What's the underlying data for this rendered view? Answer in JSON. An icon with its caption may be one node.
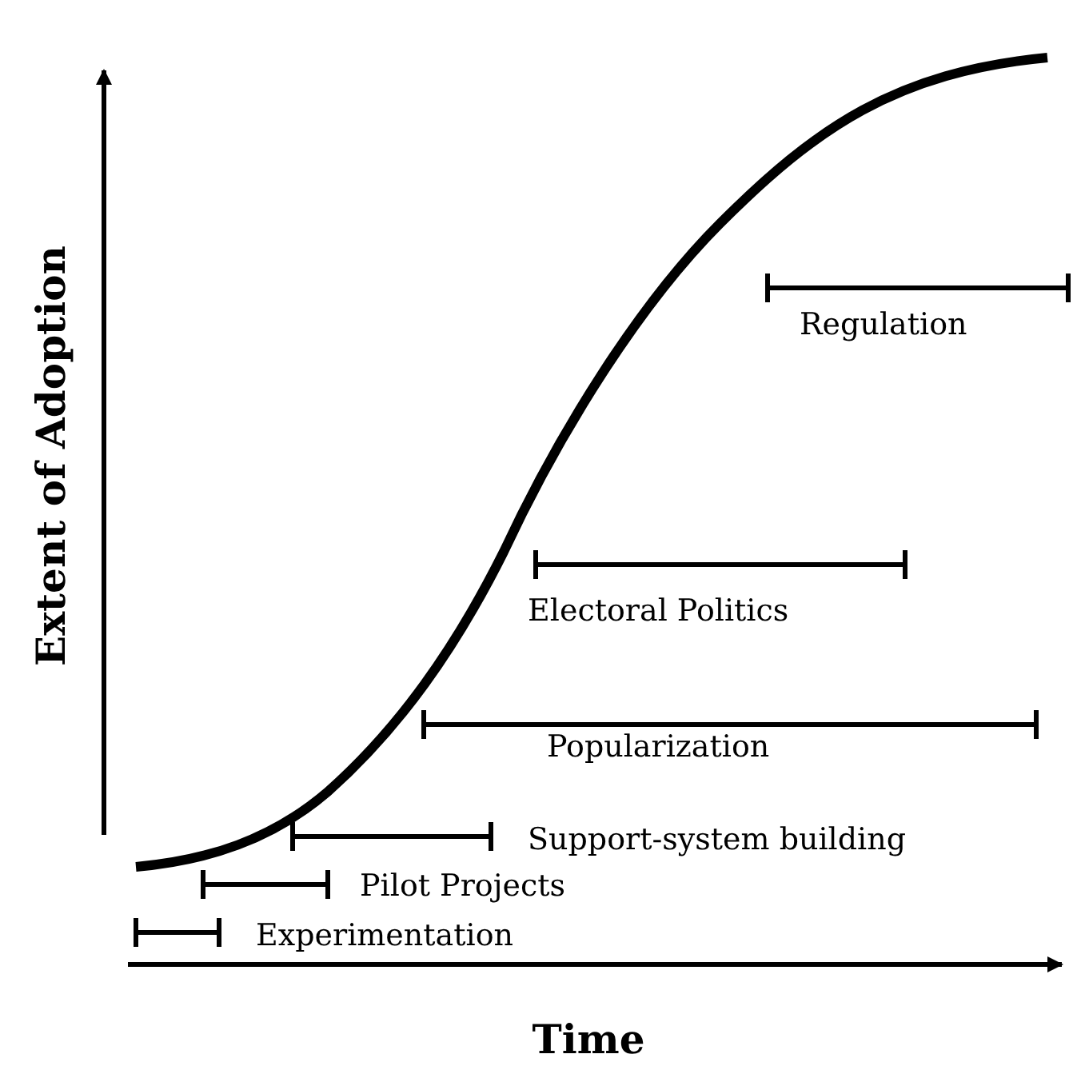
{
  "diagram": {
    "labels": [
      "Regulation",
      "Electoral Politics",
      "Popularization",
      "Support-system building",
      "Pilot Projects",
      "Experimentation",
      "Extent of Adoption",
      "Time"
    ]
  }
}
